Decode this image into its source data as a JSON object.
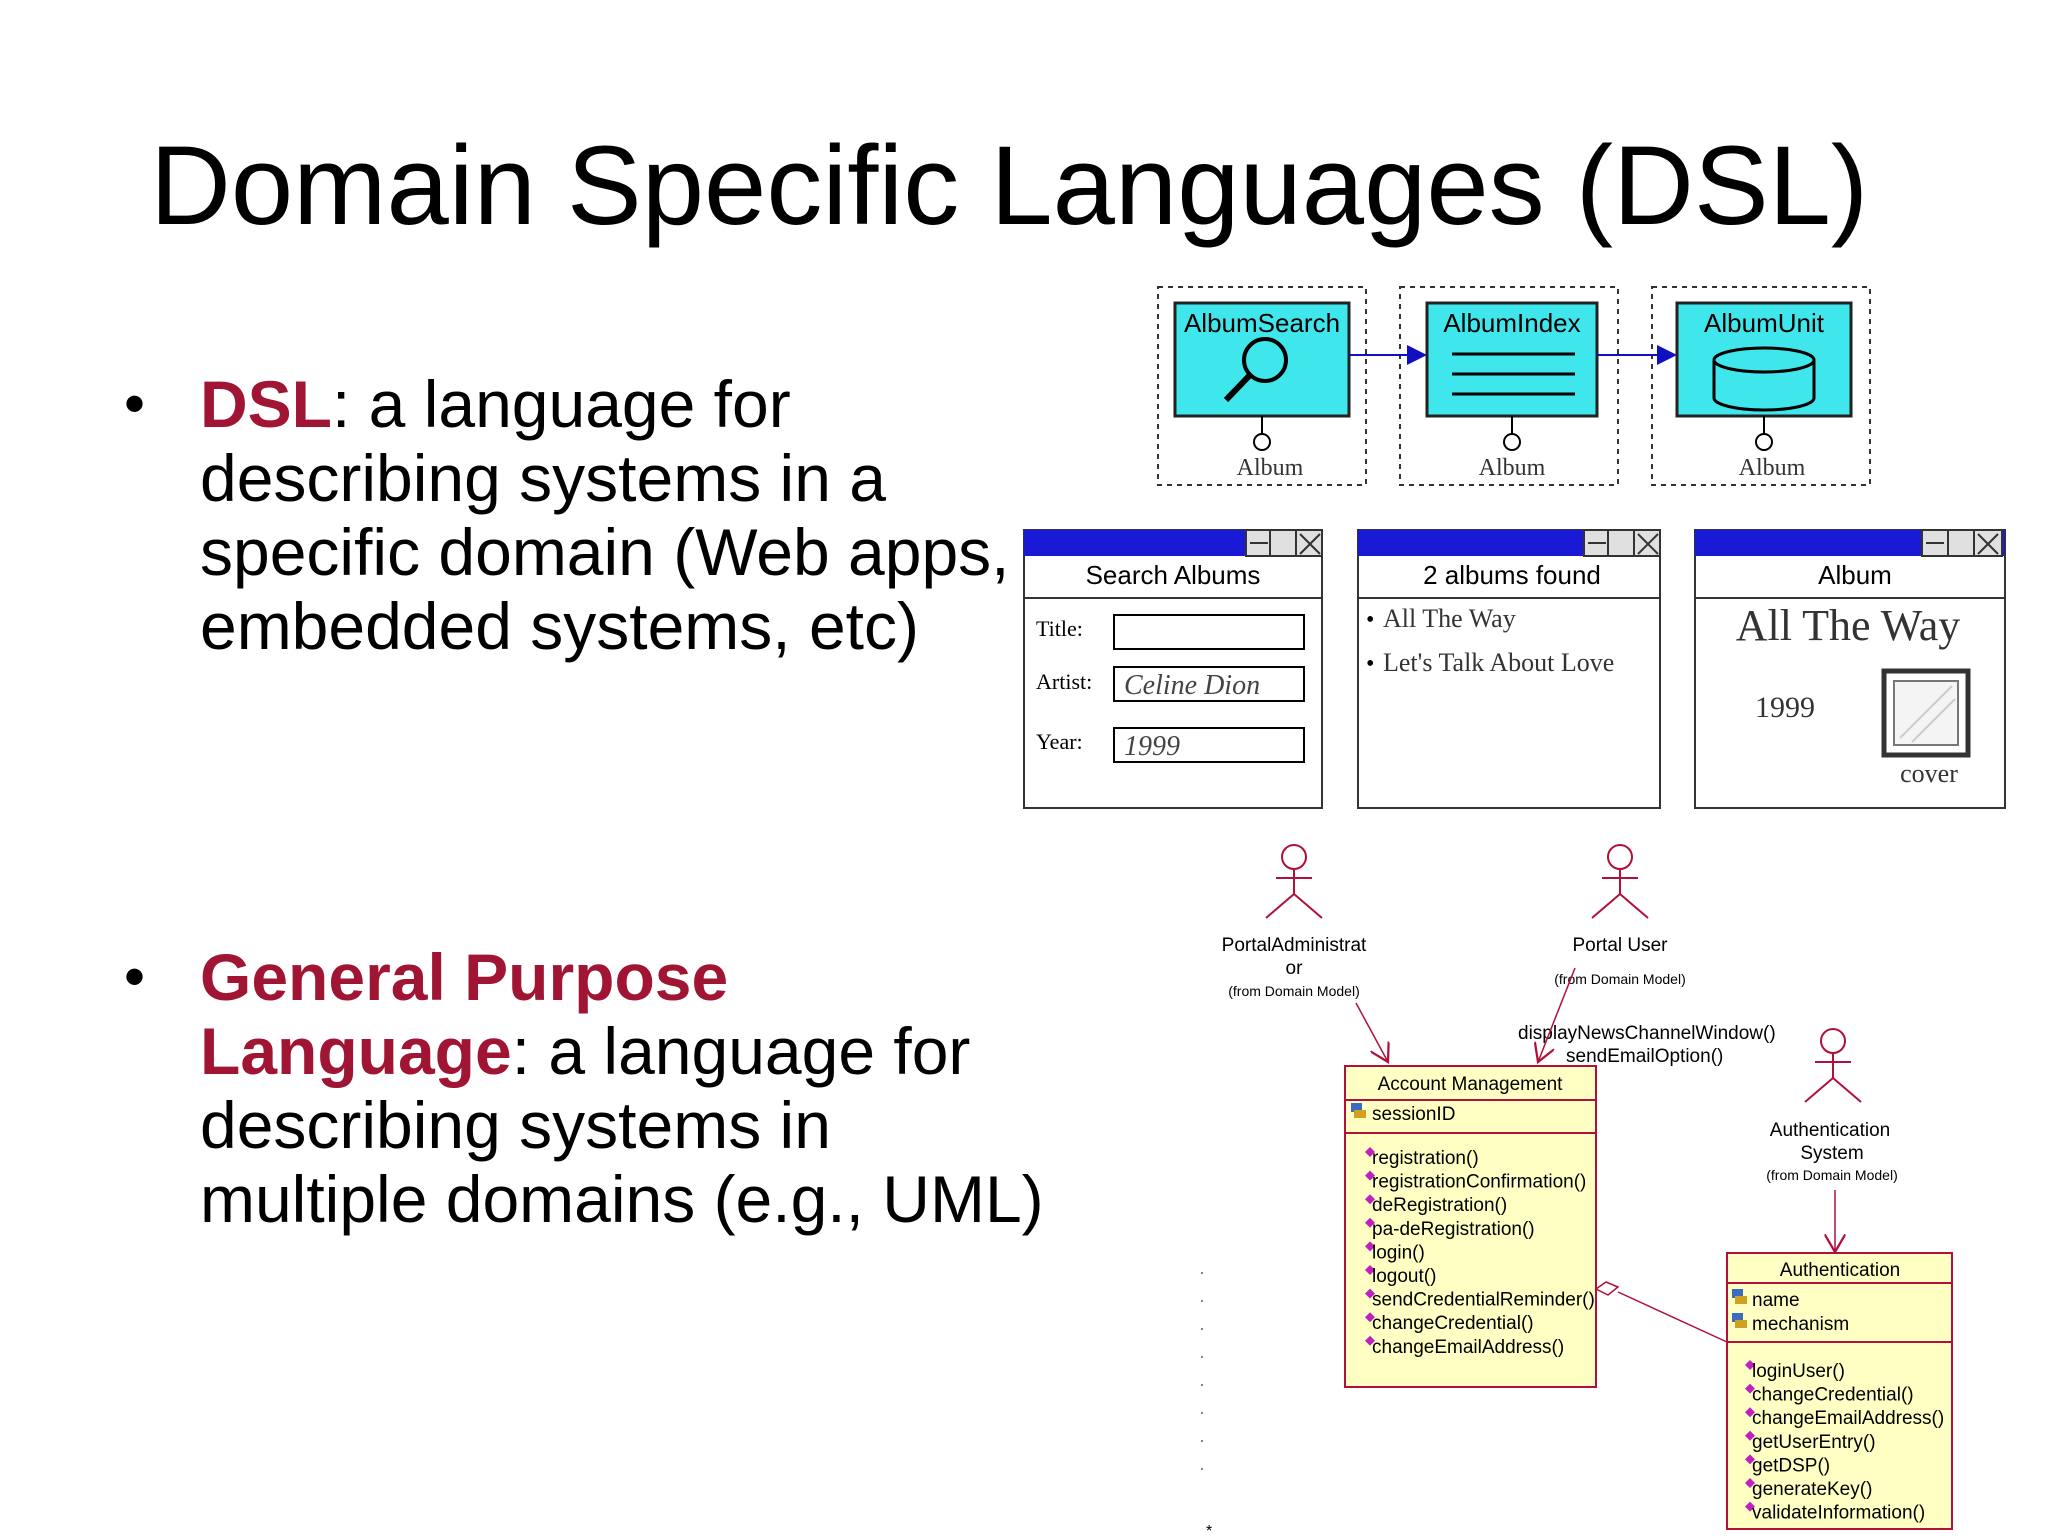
{
  "slide": {
    "title": "Domain Specific Languages (DSL)",
    "bullets": [
      {
        "term": "DSL",
        "rest": ": a language for describing systems in a specific domain (Web apps, embedded systems, etc)"
      },
      {
        "term": "General Purpose Language",
        "rest": ": a language for describing systems in multiple domains (e.g., UML)"
      }
    ]
  },
  "webml": {
    "units": [
      {
        "name": "AlbumSearch",
        "entity": "Album"
      },
      {
        "name": "AlbumIndex",
        "entity": "Album"
      },
      {
        "name": "AlbumUnit",
        "entity": "Album"
      }
    ],
    "windows": {
      "search": {
        "title": "Search Albums",
        "title_label": "Title:",
        "artist_label": "Artist:",
        "artist_value": "Celine Dion",
        "year_label": "Year:",
        "year_value": "1999"
      },
      "results": {
        "title": "2 albums found",
        "items": [
          "All The Way",
          "Let's Talk About Love"
        ]
      },
      "album": {
        "title": "Album",
        "album_title": "All The Way",
        "year": "1999",
        "cover_label": "cover"
      }
    }
  },
  "uml": {
    "actors": {
      "admin": {
        "name_line1": "PortalAdministrat",
        "name_line2": "or",
        "from": "(from Domain Model)"
      },
      "user": {
        "name": "Portal User",
        "from": "(from Domain Model)"
      },
      "auth": {
        "name_line1": "Authentication",
        "name_line2": "System",
        "from": "(from Domain Model)"
      }
    },
    "messages": [
      "displayNewsChannelWindow()",
      "sendEmailOption()"
    ],
    "account": {
      "name": "Account Management",
      "attributes": [
        "sessionID"
      ],
      "operations": [
        "registration()",
        "registrationConfirmation()",
        "deRegistration()",
        "pa-deRegistration()",
        "login()",
        "logout()",
        "sendCredentialReminder()",
        "changeCredential()",
        "changeEmailAddress()"
      ]
    },
    "authentication": {
      "name": "Authentication",
      "attributes": [
        "name",
        "mechanism"
      ],
      "operations": [
        "loginUser()",
        "changeCredential()",
        "changeEmailAddress()",
        "getUserEntry()",
        "getDSP()",
        "generateKey()",
        "validateInformation()"
      ]
    }
  }
}
